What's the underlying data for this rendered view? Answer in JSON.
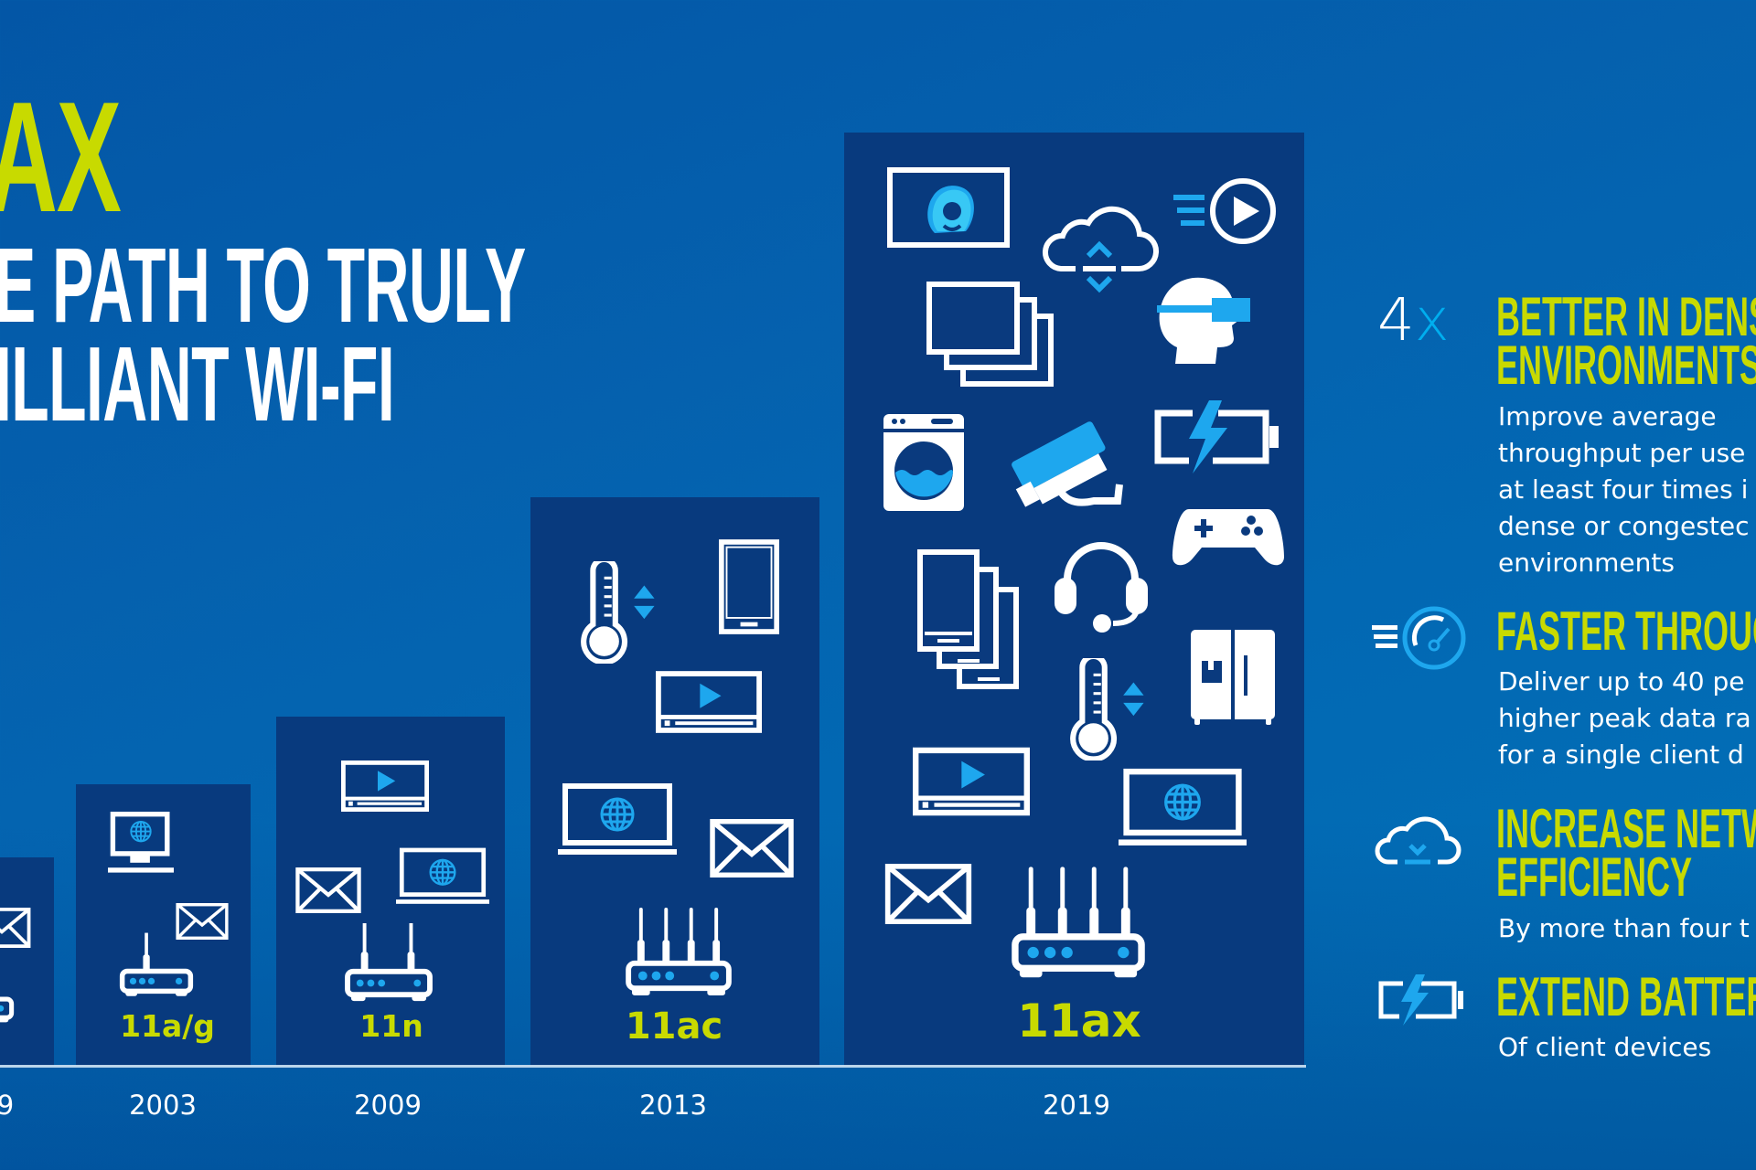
{
  "title": {
    "accent": "AX",
    "line1": "E PATH TO TRULY",
    "line2": "ILLIANT WI-FI"
  },
  "colors": {
    "background": "#0561ae",
    "bar": "#083a7e",
    "accent_green": "#c8da00",
    "accent_cyan": "#00aeef",
    "text": "#ffffff"
  },
  "timeline": [
    {
      "year": "9",
      "standard": "",
      "icons": [
        "envelope-icon",
        "router-icon"
      ]
    },
    {
      "year": "2003",
      "standard": "11a/g",
      "icons": [
        "desktop-globe-icon",
        "envelope-icon",
        "router-1-antenna-icon"
      ]
    },
    {
      "year": "2009",
      "standard": "11n",
      "icons": [
        "video-player-icon",
        "envelope-icon",
        "laptop-globe-icon",
        "router-2-antenna-icon"
      ]
    },
    {
      "year": "2013",
      "standard": "11ac",
      "icons": [
        "thermostat-icon",
        "tablet-icon",
        "video-player-icon",
        "laptop-globe-icon",
        "envelope-icon",
        "router-4-antenna-icon"
      ]
    },
    {
      "year": "2019",
      "standard": "11ax",
      "icons": [
        "video-call-icon",
        "cloud-sync-icon",
        "streaming-play-icon",
        "multi-screen-icon",
        "vr-headset-icon",
        "washing-machine-icon",
        "security-camera-icon",
        "battery-charging-icon",
        "multi-phone-icon",
        "headset-icon",
        "game-controller-icon",
        "thermostat-icon",
        "smart-fridge-icon",
        "video-player-icon",
        "laptop-globe-icon",
        "envelope-icon",
        "router-4-antenna-icon"
      ]
    }
  ],
  "features": [
    {
      "icon": "4x-stat",
      "stat_number": "4",
      "stat_suffix": "x",
      "headline": [
        "BETTER IN DENSE",
        "ENVIRONMENTS"
      ],
      "body": [
        "Improve average",
        "throughput per use",
        "at least four times i",
        "dense or congestec",
        "environments"
      ]
    },
    {
      "icon": "speedometer-icon",
      "headline": [
        "FASTER THROUGH"
      ],
      "body": [
        "Deliver up to 40 pe",
        "higher peak data ra",
        "for a single client d"
      ]
    },
    {
      "icon": "cloud-download-icon",
      "headline": [
        "INCREASE NETWO",
        "EFFICIENCY"
      ],
      "body": [
        "By more than four t"
      ]
    },
    {
      "icon": "battery-charging-icon",
      "headline": [
        "EXTEND BATTERY"
      ],
      "body": [
        "Of client devices"
      ]
    }
  ]
}
